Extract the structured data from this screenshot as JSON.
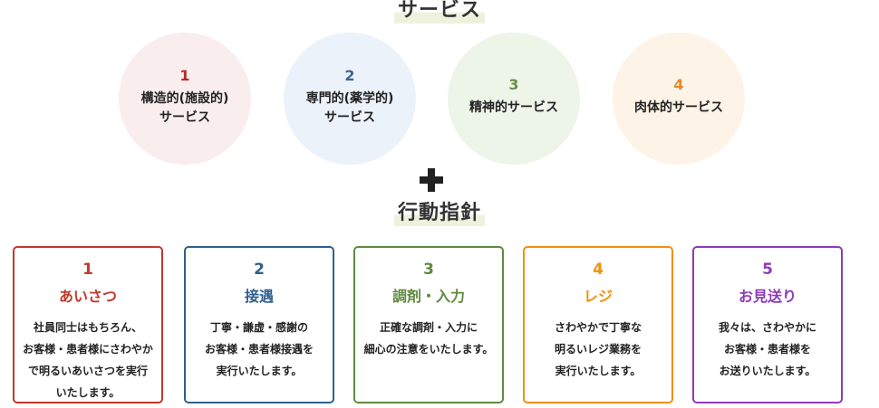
{
  "services_title": "サービス",
  "services": [
    {
      "num": "1",
      "label": "構造的(施設的)\nサービス",
      "bg": "#f9eeed",
      "color": "#b82a2a"
    },
    {
      "num": "2",
      "label": "専門的(薬学的)\nサービス",
      "bg": "#ebf2f9",
      "color": "#3b6592"
    },
    {
      "num": "3",
      "label": "精神的サービス",
      "bg": "#edf4e8",
      "color": "#6b8f4f"
    },
    {
      "num": "4",
      "label": "肉体的サービス",
      "bg": "#fdf3e6",
      "color": "#e48a2c"
    }
  ],
  "guidelines_title": "行動指針",
  "guidelines": [
    {
      "num": "1",
      "name": "あいさつ",
      "desc": "社員同士はもちろん、\nお客様・患者様にさわやか\nで明るいあいさつを実行\nいたします。",
      "color": "#c0392b"
    },
    {
      "num": "2",
      "name": "接遇",
      "desc": "丁寧・謙虚・感謝の\nお客様・患者様接遇を\n実行いたします。",
      "color": "#2f5f8f"
    },
    {
      "num": "3",
      "name": "調剤・入力",
      "desc": "正確な調剤・入力に\n細心の注意をいたします。",
      "color": "#5f8a3f"
    },
    {
      "num": "4",
      "name": "レジ",
      "desc": "さわやかで丁寧な\n明るいレジ業務を\n実行いたします。",
      "color": "#f0900f"
    },
    {
      "num": "5",
      "name": "お見送り",
      "desc": "我々は、さわやかに\nお客様・患者様を\nお送りいたします。",
      "color": "#8e3bb5"
    }
  ]
}
